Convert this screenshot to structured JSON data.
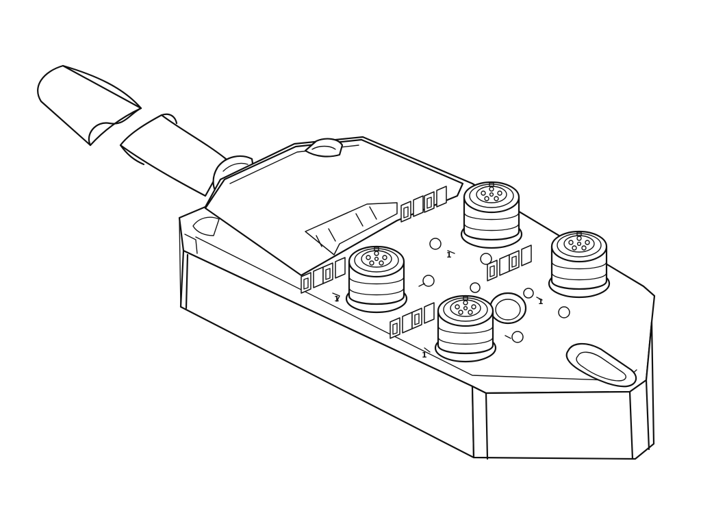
{
  "drawing": {
    "line_color": "#111111",
    "background_color": "#ffffff"
  },
  "connectors": [
    {
      "id": "port-a",
      "label": "1"
    },
    {
      "id": "port-b",
      "label": "1"
    },
    {
      "id": "port-c",
      "label": "1"
    },
    {
      "id": "port-d",
      "label": "1"
    }
  ]
}
